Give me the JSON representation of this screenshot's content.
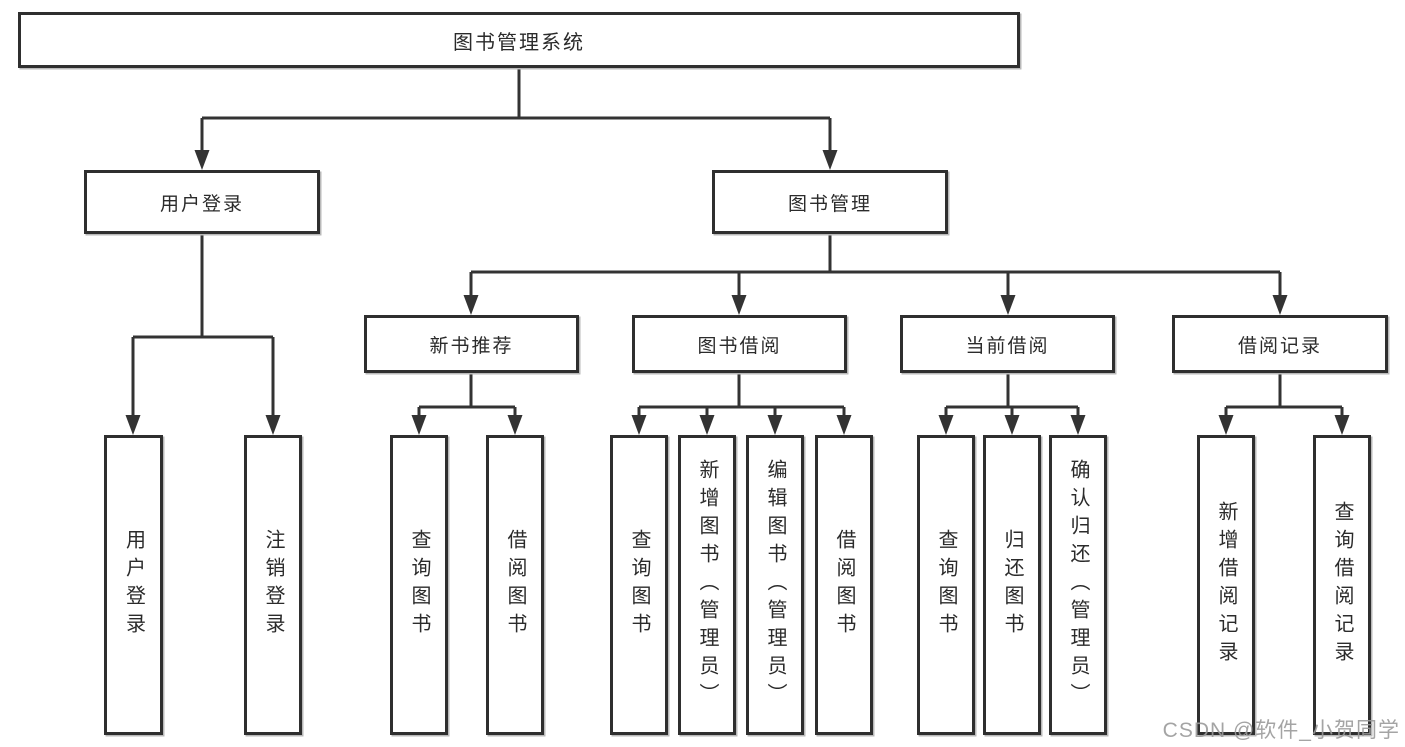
{
  "tree": {
    "root": {
      "label": "图书管理系统"
    },
    "branches": [
      {
        "label": "用户登录",
        "children": [
          "用户登录",
          "注销登录"
        ]
      },
      {
        "label": "图书管理",
        "sections": [
          {
            "label": "新书推荐",
            "children": [
              "查询图书",
              "借阅图书"
            ]
          },
          {
            "label": "图书借阅",
            "children": [
              "查询图书",
              "新增图书（管理员）",
              "编辑图书（管理员）",
              "借阅图书"
            ]
          },
          {
            "label": "当前借阅",
            "children": [
              "查询图书",
              "归还图书",
              "确认归还（管理员）"
            ]
          },
          {
            "label": "借阅记录",
            "children": [
              "新增借阅记录",
              "查询借阅记录"
            ]
          }
        ]
      }
    ]
  },
  "watermark": "CSDN @软件_小贺同学",
  "colors": {
    "line": "#333333",
    "border": "#2f2f2f",
    "text": "#2b2b2b",
    "watermark": "#9b9b9b",
    "background": "#ffffff"
  }
}
